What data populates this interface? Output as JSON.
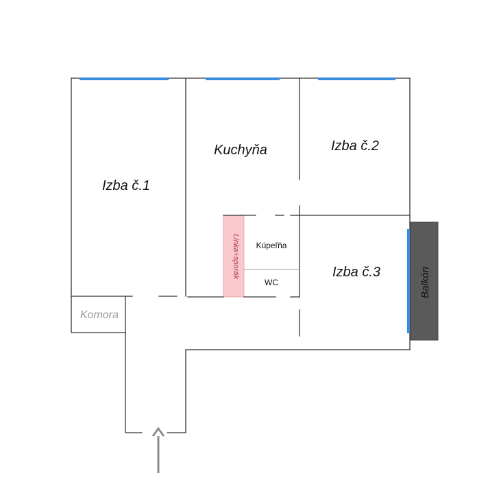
{
  "rooms": {
    "izba1": "Izba č.1",
    "kuchyna": "Kuchyňa",
    "izba2": "Izba č.2",
    "izba3": "Izba č.3",
    "kupelna": "Kúpeľňa",
    "wc": "WC",
    "komora": "Komora",
    "linka": "Linka+sporák",
    "balkon": "Balkón"
  },
  "colors": {
    "wall": "#333333",
    "window": "#3a8de0",
    "balcony": "#5a5a5a",
    "counter": "#f8c8cc",
    "arrow": "#8c8c8c"
  },
  "icons": {
    "entrance": "entrance-arrow-icon"
  }
}
